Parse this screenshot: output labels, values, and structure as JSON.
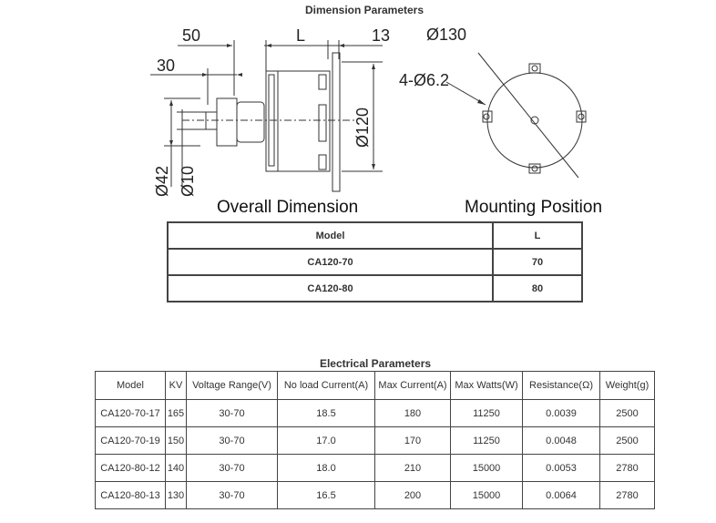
{
  "dimension_title": "Dimension  Parameters",
  "drawing_labels": {
    "d50": "50",
    "dL": "L",
    "d13": "13",
    "d30": "30",
    "d42": "Ø42",
    "d10": "Ø10",
    "d120": "Ø120",
    "d130": "Ø130",
    "holes": "4-Ø6.2"
  },
  "overall_caption": "Overall Dimension",
  "mounting_caption": "Mounting Position",
  "dimension_table": {
    "headers": [
      "Model",
      "L"
    ],
    "rows": [
      [
        "CA120-70",
        "70"
      ],
      [
        "CA120-80",
        "80"
      ]
    ]
  },
  "electrical_title": "Electrical  Parameters",
  "electrical_table": {
    "headers": [
      "Model",
      "KV",
      "Voltage Range(V)",
      "No load Current(A)",
      "Max Current(A)",
      "Max Watts(W)",
      "Resistance(Ω)",
      "Weight(g)"
    ],
    "rows": [
      [
        "CA120-70-17",
        "165",
        "30-70",
        "18.5",
        "180",
        "11250",
        "0.0039",
        "2500"
      ],
      [
        "CA120-70-19",
        "150",
        "30-70",
        "17.0",
        "170",
        "11250",
        "0.0048",
        "2500"
      ],
      [
        "CA120-80-12",
        "140",
        "30-70",
        "18.0",
        "210",
        "15000",
        "0.0053",
        "2780"
      ],
      [
        "CA120-80-13",
        "130",
        "30-70",
        "16.5",
        "200",
        "15000",
        "0.0064",
        "2780"
      ]
    ]
  }
}
